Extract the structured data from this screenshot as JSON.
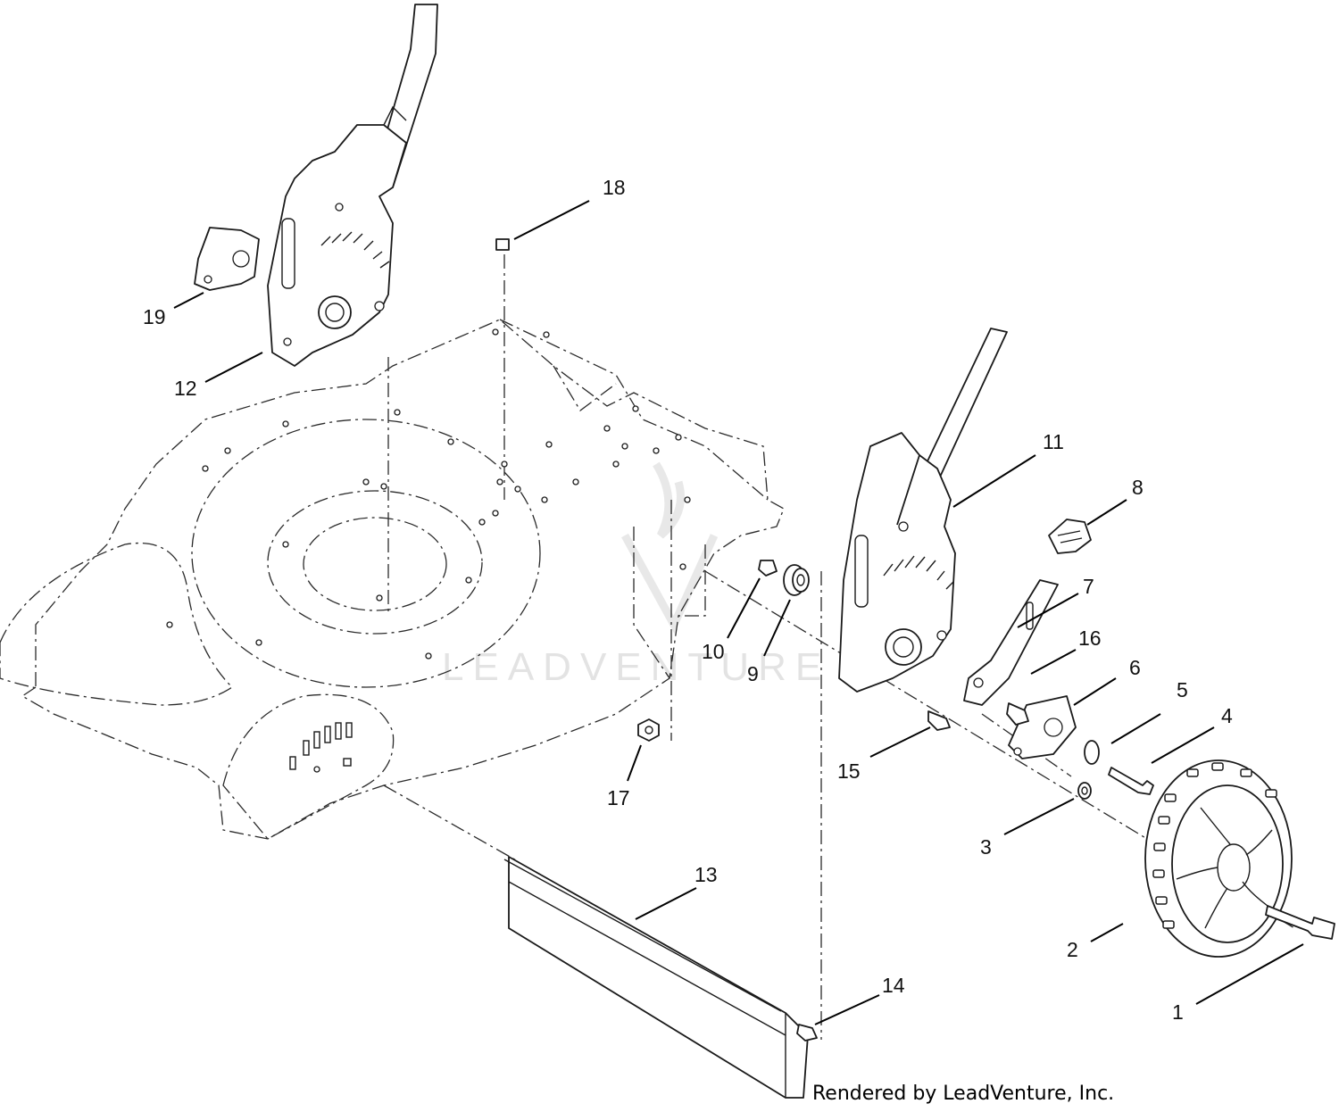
{
  "diagram": {
    "callouts": [
      {
        "id": "c1",
        "label": "1"
      },
      {
        "id": "c2",
        "label": "2"
      },
      {
        "id": "c3",
        "label": "3"
      },
      {
        "id": "c4",
        "label": "4"
      },
      {
        "id": "c5",
        "label": "5"
      },
      {
        "id": "c6",
        "label": "6"
      },
      {
        "id": "c7",
        "label": "7"
      },
      {
        "id": "c8",
        "label": "8"
      },
      {
        "id": "c9",
        "label": "9"
      },
      {
        "id": "c10",
        "label": "10"
      },
      {
        "id": "c11",
        "label": "11"
      },
      {
        "id": "c12",
        "label": "12"
      },
      {
        "id": "c13",
        "label": "13"
      },
      {
        "id": "c14",
        "label": "14"
      },
      {
        "id": "c15",
        "label": "15"
      },
      {
        "id": "c16",
        "label": "16"
      },
      {
        "id": "c17",
        "label": "17"
      },
      {
        "id": "c18",
        "label": "18"
      },
      {
        "id": "c19",
        "label": "19"
      }
    ],
    "watermark": "LEADVENTURE",
    "credit": "Rendered by LeadVenture, Inc."
  }
}
